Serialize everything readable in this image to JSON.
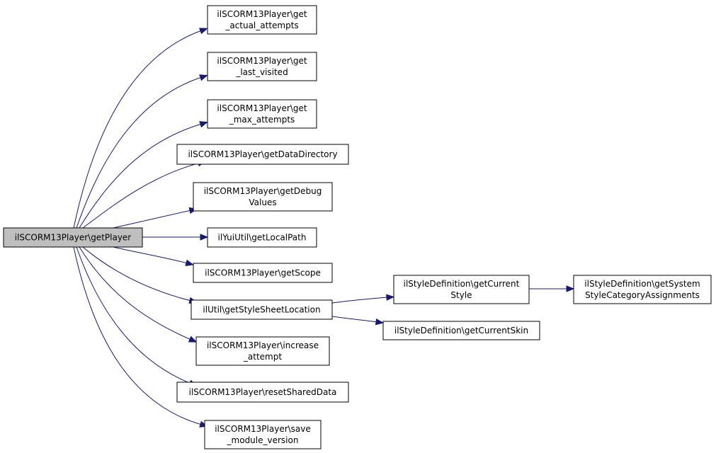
{
  "colors": {
    "edge": "#191970",
    "root_fill": "#bfbfbf",
    "node_fill": "#ffffff",
    "border": "#000000"
  },
  "nodes": {
    "getPlayer": {
      "lines": [
        "ilSCORM13Player\\getPlayer"
      ]
    },
    "get_actual_attempts": {
      "lines": [
        "ilSCORM13Player\\get",
        "_actual_attempts"
      ]
    },
    "get_last_visited": {
      "lines": [
        "ilSCORM13Player\\get",
        "_last_visited"
      ]
    },
    "get_max_attempts": {
      "lines": [
        "ilSCORM13Player\\get",
        "_max_attempts"
      ]
    },
    "getDataDirectory": {
      "lines": [
        "ilSCORM13Player\\getDataDirectory"
      ]
    },
    "getDebugValues": {
      "lines": [
        "ilSCORM13Player\\getDebug",
        "Values"
      ]
    },
    "getLocalPath": {
      "lines": [
        "ilYuiUtil\\getLocalPath"
      ]
    },
    "getScope": {
      "lines": [
        "ilSCORM13Player\\getScope"
      ]
    },
    "getStyleSheetLocation": {
      "lines": [
        "ilUtil\\getStyleSheetLocation"
      ]
    },
    "increase_attempt": {
      "lines": [
        "ilSCORM13Player\\increase",
        "_attempt"
      ]
    },
    "resetSharedData": {
      "lines": [
        "ilSCORM13Player\\resetSharedData"
      ]
    },
    "save_module_version": {
      "lines": [
        "ilSCORM13Player\\save",
        "_module_version"
      ]
    },
    "getCurrentStyle": {
      "lines": [
        "ilStyleDefinition\\getCurrent",
        "Style"
      ]
    },
    "getCurrentSkin": {
      "lines": [
        "ilStyleDefinition\\getCurrentSkin"
      ]
    },
    "getSystemStyleCategoryAssignments": {
      "lines": [
        "ilStyleDefinition\\getSystem",
        "StyleCategoryAssignments"
      ]
    }
  },
  "edges": [
    [
      "getPlayer",
      "get_actual_attempts"
    ],
    [
      "getPlayer",
      "get_last_visited"
    ],
    [
      "getPlayer",
      "get_max_attempts"
    ],
    [
      "getPlayer",
      "getDataDirectory"
    ],
    [
      "getPlayer",
      "getDebugValues"
    ],
    [
      "getPlayer",
      "getLocalPath"
    ],
    [
      "getPlayer",
      "getScope"
    ],
    [
      "getPlayer",
      "getStyleSheetLocation"
    ],
    [
      "getPlayer",
      "increase_attempt"
    ],
    [
      "getPlayer",
      "resetSharedData"
    ],
    [
      "getPlayer",
      "save_module_version"
    ],
    [
      "getStyleSheetLocation",
      "getCurrentStyle"
    ],
    [
      "getStyleSheetLocation",
      "getCurrentSkin"
    ],
    [
      "getCurrentStyle",
      "getSystemStyleCategoryAssignments"
    ]
  ]
}
